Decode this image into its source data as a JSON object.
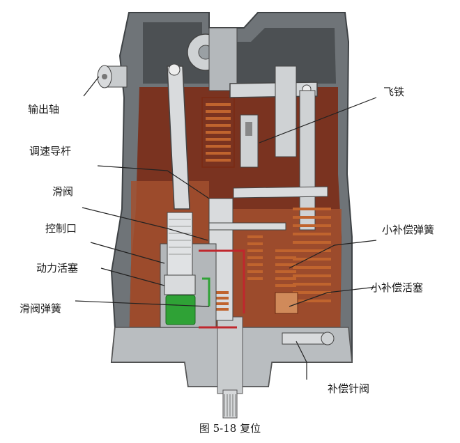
{
  "figure": {
    "caption": "图 5-18  复位",
    "labels": {
      "output_shaft": "输出轴",
      "flyweight": "飞铁",
      "speed_guide_rod": "调速导杆",
      "slide_valve": "滑阀",
      "control_port": "控制口",
      "power_piston": "动力活塞",
      "slide_valve_spring": "滑阀弹簧",
      "small_comp_spring": "小补偿弹簧",
      "small_comp_piston": "小补偿活塞",
      "comp_needle_valve": "补偿针阀"
    }
  },
  "colors": {
    "casing": "#6f7478",
    "casing_light": "#b9bdc0",
    "oil": "#7a3320",
    "oil_light": "#c88a5c",
    "spring": "#c0642e",
    "green_oil": "#2fa236",
    "red_line": "#c0272d"
  }
}
